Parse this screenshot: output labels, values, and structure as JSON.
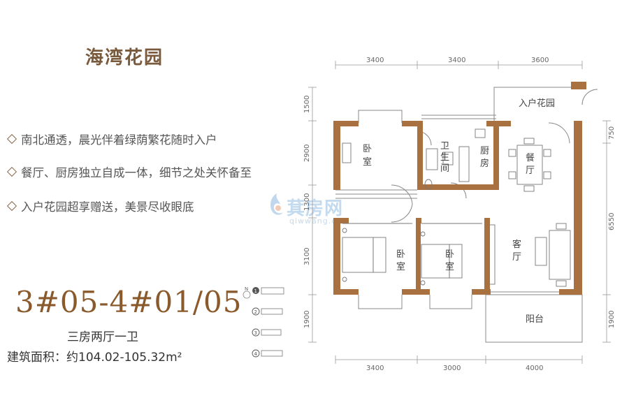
{
  "title": "海湾花园",
  "features": [
    "南北通透，晨光伴着绿荫繁花随时入户",
    "餐厅、厨房独立自成一体，细节之处关怀备至",
    "入户花园超享赠送，美景尽收眼底"
  ],
  "unit_code": "3#05-4#01/05",
  "layout_type": "三房两厅一卫",
  "area_text": "建筑面积：约104.02-105.32m²",
  "watermark": {
    "main": "萁房网",
    "sub": "qiwwang.com"
  },
  "key_plan_numbers": [
    "1",
    "2",
    "3",
    "4"
  ],
  "compass_label": "N",
  "rooms": {
    "entry_garden": "入户花园",
    "bedroom1": "卧室",
    "bathroom": "卫生间",
    "kitchen": "厨房",
    "dining": "餐厅",
    "bedroom2": "卧室",
    "bedroom3": "卧室",
    "living": "客厅",
    "balcony": "阳台"
  },
  "dimensions": {
    "top": [
      "3400",
      "3400",
      "3600"
    ],
    "bottom": [
      "3400",
      "3000",
      "4000"
    ],
    "left": [
      "1500",
      "2900",
      "1300",
      "3100",
      "1900"
    ],
    "right": [
      "750",
      "6550",
      "1900"
    ]
  },
  "colors": {
    "wall": "#a9713f",
    "accent": "#8a5a2c",
    "line": "#9a9a9a"
  }
}
